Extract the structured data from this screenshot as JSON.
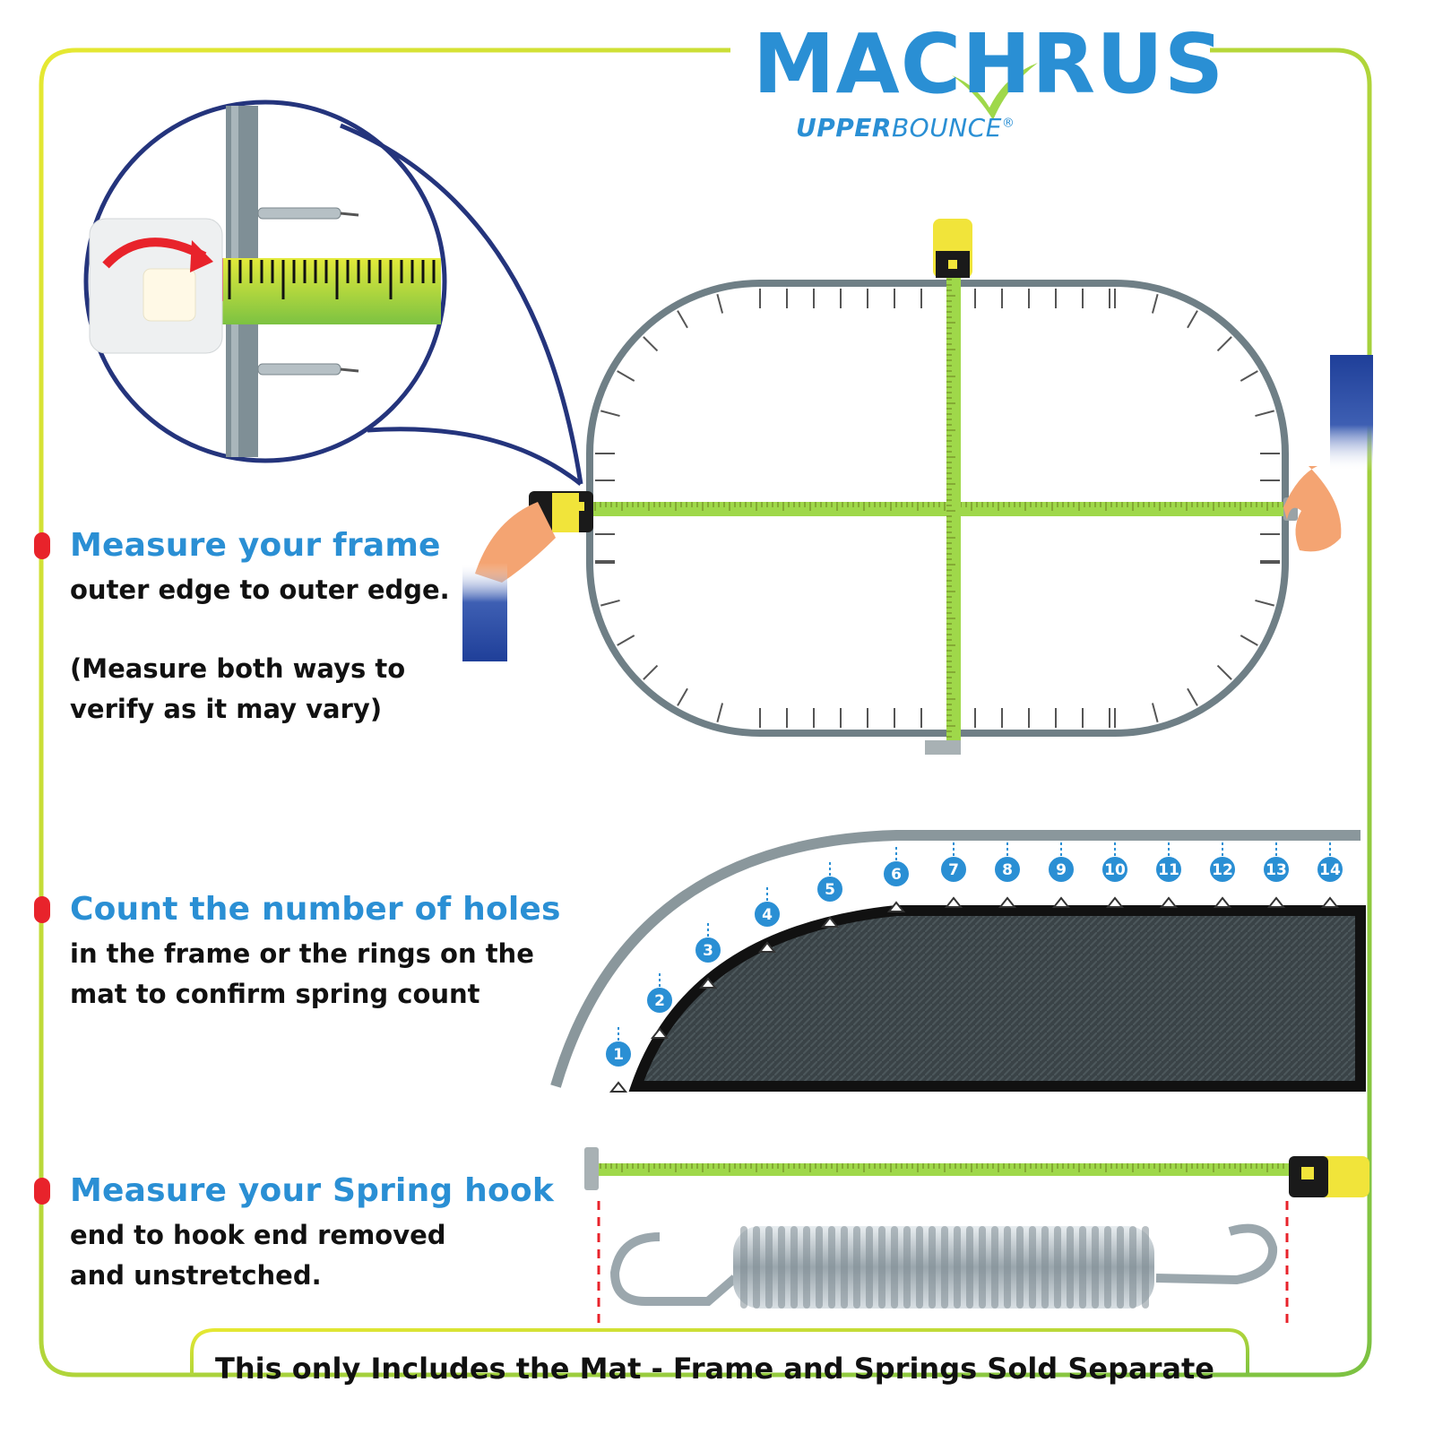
{
  "brand": {
    "name": "MACHRUS",
    "sub_bold": "UPPER",
    "sub_light": "BOUNCE",
    "reg_mark": "®"
  },
  "steps": [
    {
      "heading": "Measure your frame",
      "line1": "outer edge to outer edge.",
      "line2": "(Measure both ways to",
      "line3": "verify as it may vary)"
    },
    {
      "heading": "Count the number of holes",
      "line1": "in the frame or the rings on the",
      "line2": "mat to confirm spring count"
    },
    {
      "heading": "Measure your Spring hook",
      "line1": "end to hook end removed",
      "line2": "and unstretched."
    }
  ],
  "hole_numbers": [
    "1",
    "2",
    "3",
    "4",
    "5",
    "6",
    "7",
    "8",
    "9",
    "10",
    "11",
    "12",
    "13",
    "14"
  ],
  "footer": "This only Includes the Mat - Frame and Springs Sold Separate",
  "colors": {
    "brand_blue": "#2a8fd4",
    "accent_red": "#e8232b",
    "border_yellow": "#e6e832",
    "border_green": "#7cc242",
    "tape_green": "#9fd84a",
    "frame_gray": "#6f7f86",
    "mat_dark": "#3a4347"
  }
}
